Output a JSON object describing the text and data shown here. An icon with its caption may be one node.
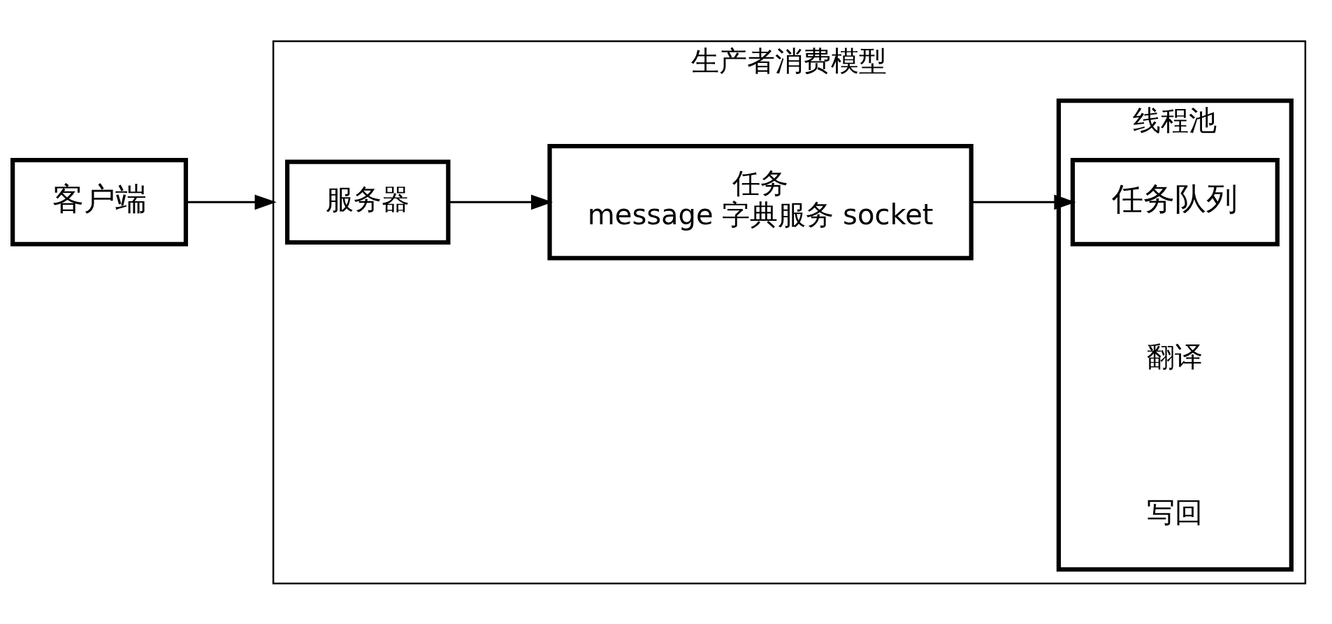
{
  "diagram": {
    "nodes": [
      {
        "text": [
          "客户端"
        ]
      },
      {
        "text": [
          "生产者消费模型"
        ]
      },
      {
        "text": [
          "服务器"
        ],
        "in": 1
      },
      {
        "text": [
          "任务",
          "message 字典服务 socket"
        ],
        "in": 1
      },
      {
        "text": [
          "线程池"
        ],
        "in": 1
      },
      {
        "text": [
          "任务队列"
        ],
        "in": 4
      }
    ],
    "edges": [
      {
        "from": 0,
        "to": 1,
        "arrow": "to"
      },
      {
        "from": 2,
        "to": 3,
        "arrow": "to"
      },
      {
        "from": 3,
        "to": 5,
        "arrow": "to"
      }
    ],
    "labels": [
      "翻译",
      "写回"
    ]
  }
}
